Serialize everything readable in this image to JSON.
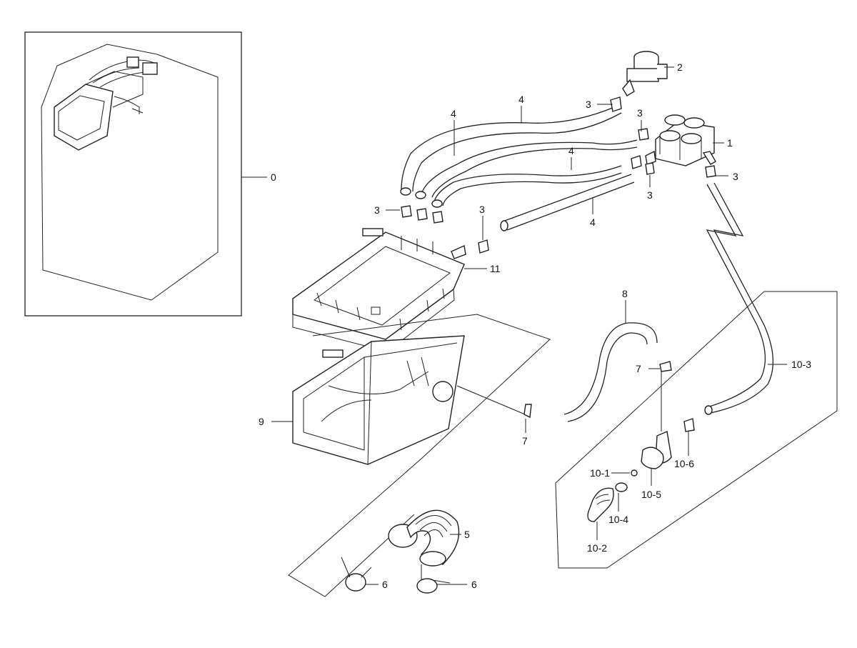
{
  "callouts": [
    {
      "id": "0",
      "text": "0"
    },
    {
      "id": "1",
      "text": "1"
    },
    {
      "id": "2",
      "text": "2"
    },
    {
      "id": "3a",
      "text": "3"
    },
    {
      "id": "3b",
      "text": "3"
    },
    {
      "id": "3c",
      "text": "3"
    },
    {
      "id": "3d",
      "text": "3"
    },
    {
      "id": "3e",
      "text": "3"
    },
    {
      "id": "3f",
      "text": "3"
    },
    {
      "id": "4a",
      "text": "4"
    },
    {
      "id": "4b",
      "text": "4"
    },
    {
      "id": "4c",
      "text": "4"
    },
    {
      "id": "4d",
      "text": "4"
    },
    {
      "id": "5",
      "text": "5"
    },
    {
      "id": "6a",
      "text": "6"
    },
    {
      "id": "6b",
      "text": "6"
    },
    {
      "id": "7a",
      "text": "7"
    },
    {
      "id": "7b",
      "text": "7"
    },
    {
      "id": "8",
      "text": "8"
    },
    {
      "id": "9",
      "text": "9"
    },
    {
      "id": "10-1",
      "text": "10-1"
    },
    {
      "id": "10-2",
      "text": "10-2"
    },
    {
      "id": "10-3",
      "text": "10-3"
    },
    {
      "id": "10-4",
      "text": "10-4"
    },
    {
      "id": "10-5",
      "text": "10-5"
    },
    {
      "id": "10-6",
      "text": "10-6"
    },
    {
      "id": "11",
      "text": "11"
    }
  ]
}
